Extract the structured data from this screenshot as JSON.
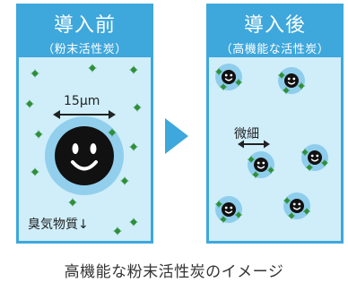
{
  "before": {
    "title": "導入前",
    "subtitle": "（粉末活性炭）",
    "size_label": "15μm",
    "odor_label": "臭気物質↓"
  },
  "after": {
    "title": "導入後",
    "subtitle": "（高機能な活性炭）",
    "fine_label": "微細"
  },
  "caption": "高機能な粉末活性炭のイメージ",
  "colors": {
    "accent": "#3ea7dc",
    "panel_bg": "#cfeefa",
    "particle": "#2f8f3a",
    "carbon": "#111111"
  }
}
